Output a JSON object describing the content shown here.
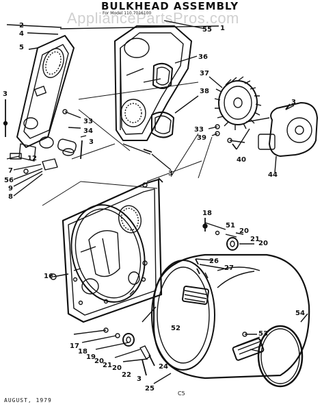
{
  "title": "BULKHEAD ASSEMBLY",
  "subtitle": "For Model 110.7016100",
  "watermark": "AppliancePartsPros.com",
  "footer": {
    "date": "AUGUST, 1979",
    "code": "C5"
  },
  "callouts": [
    "2",
    "4",
    "1",
    "55",
    "5",
    "36",
    "37",
    "38",
    "3",
    "33",
    "34",
    "3",
    "12",
    "7",
    "56",
    "9",
    "8",
    "33",
    "39",
    "40",
    "44",
    "3",
    "3",
    "18",
    "51",
    "20",
    "21",
    "20",
    "26",
    "27",
    "16",
    "52",
    "54",
    "53",
    "17",
    "18",
    "19",
    "20",
    "21",
    "20",
    "22",
    "3",
    "24",
    "25"
  ],
  "colors": {
    "ink": "#111111",
    "paper": "#ffffff",
    "watermark": "#969696"
  }
}
